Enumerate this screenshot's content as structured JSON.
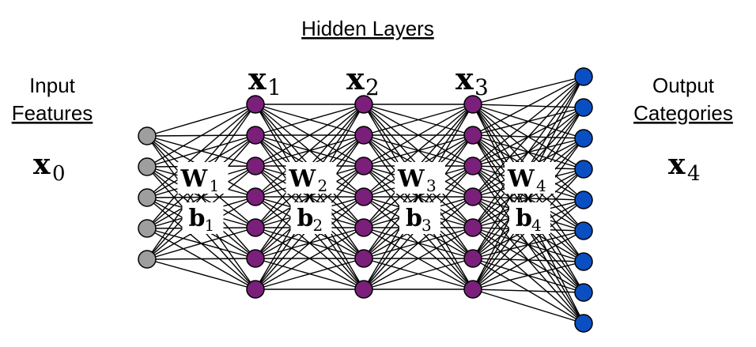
{
  "header": {
    "hidden_layers_title": "Hidden Layers"
  },
  "left_label": {
    "line1": "Input",
    "line2": "Features",
    "var_base": "x",
    "var_sub": "0"
  },
  "right_label": {
    "line1": "Output",
    "line2": "Categories",
    "var_base": "x",
    "var_sub": "4"
  },
  "layers": [
    {
      "name": "input",
      "node_count": 5,
      "color": "#9e9e9e",
      "label_base": "",
      "label_sub": ""
    },
    {
      "name": "hidden-1",
      "node_count": 7,
      "color": "#7a1f7a",
      "label_base": "x",
      "label_sub": "1"
    },
    {
      "name": "hidden-2",
      "node_count": 7,
      "color": "#7a1f7a",
      "label_base": "x",
      "label_sub": "2"
    },
    {
      "name": "hidden-3",
      "node_count": 7,
      "color": "#7a1f7a",
      "label_base": "x",
      "label_sub": "3"
    },
    {
      "name": "output",
      "node_count": 9,
      "color": "#0a4fc2",
      "label_base": "",
      "label_sub": ""
    }
  ],
  "params": [
    {
      "w_base": "W",
      "w_sub": "1",
      "b_base": "b",
      "b_sub": "1"
    },
    {
      "w_base": "W",
      "w_sub": "2",
      "b_base": "b",
      "b_sub": "2"
    },
    {
      "w_base": "W",
      "w_sub": "3",
      "b_base": "b",
      "b_sub": "3"
    },
    {
      "w_base": "W",
      "w_sub": "4",
      "b_base": "b",
      "b_sub": "4"
    }
  ],
  "colors": {
    "edge": "#000000",
    "node_stroke": "#000000",
    "background": "#ffffff",
    "title_color": "#000000"
  }
}
